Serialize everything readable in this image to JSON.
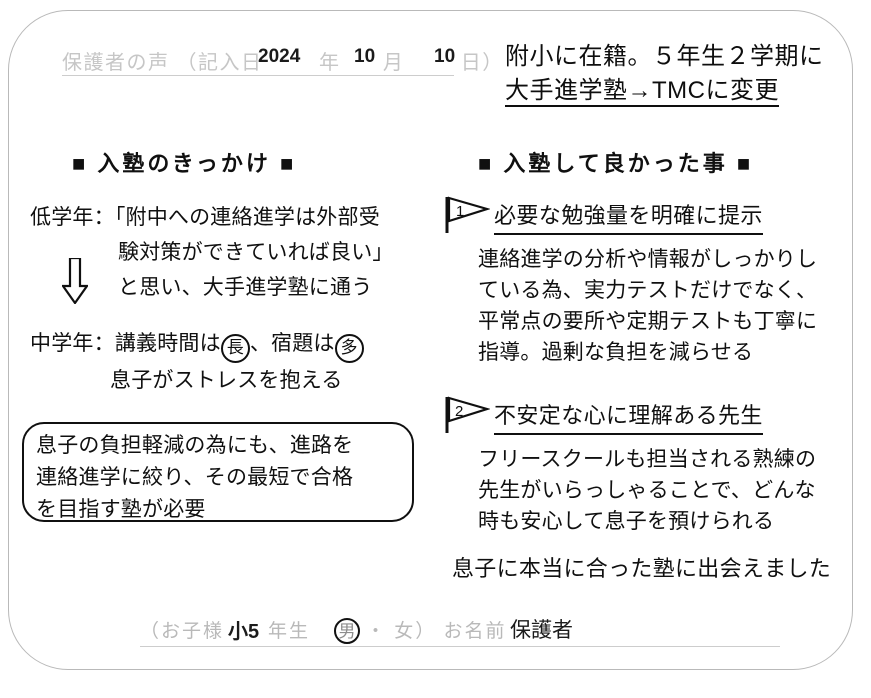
{
  "document": {
    "type": "parent-testimonial-form",
    "form_header": {
      "faint_label": "保護者の声 （記入日        年      月        日）",
      "year_value": "2024",
      "month_value": "10",
      "day_value": "10"
    },
    "intro_note": {
      "line1": "附小に在籍。５年生２学期に",
      "line2_underlined": "大手進学塾→TMCに変更"
    },
    "sections": {
      "left": {
        "heading": "■ 入塾のきっかけ ■",
        "low_grade": {
          "label": "低学年：",
          "line1": "「附中への連絡進学は外部受",
          "line2": "験対策ができていれば良い」",
          "line3": "と思い、大手進学塾に通う"
        },
        "arrow_icon": "down-arrow-outline",
        "mid_grade": {
          "label": "中学年：",
          "line1_a": "講義時間は",
          "circle1": "長",
          "line1_b": "、宿題は",
          "circle2": "多",
          "line2": "息子がストレスを抱える"
        },
        "conclusion_box": {
          "line1": "息子の負担軽減の為にも、進路を",
          "line2": "連絡進学に絞り、その最短で合格",
          "line3": "を目指す塾が必要"
        }
      },
      "right": {
        "heading": "■ 入塾して良かった事 ■",
        "points": [
          {
            "flag_number": "1",
            "title": "必要な勉強量を明確に提示",
            "body_line1": "連絡進学の分析や情報がしっかりし",
            "body_line2": "ている為、実力テストだけでなく、",
            "body_line3": "平常点の要所や定期テストも丁寧に",
            "body_line4": "指導。過剰な負担を減らせる"
          },
          {
            "flag_number": "2",
            "title": "不安定な心に理解ある先生",
            "body_line1": "フリースクールも担当される熟練の",
            "body_line2": "先生がいらっしゃることで、どんな",
            "body_line3": "時も安心して息子を預けられる"
          }
        ],
        "closing_note": "息子に本当に合った塾に出会えました"
      }
    },
    "footer": {
      "faint_a": "（お子様 ",
      "grade_value": "小5",
      "faint_b": "年生  ",
      "gender_male": "男",
      "faint_c": "・ 女） お名前",
      "guardian_value": "保護者"
    },
    "colors": {
      "ink": "#101010",
      "faint_print": "#c6c6c6",
      "frame": "#b9b9b9",
      "paper": "#ffffff"
    }
  }
}
